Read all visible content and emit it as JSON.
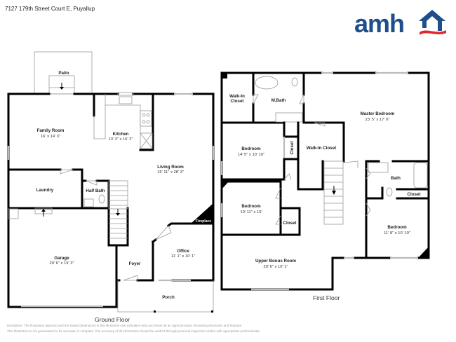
{
  "header": {
    "address": "7127 179th Street Court E, Puyallup",
    "logo": {
      "text": "amh",
      "brand_color": "#1f4e8c",
      "accent_color": "#e3262b"
    }
  },
  "ground_floor": {
    "label": "Ground Floor",
    "rooms": [
      {
        "name": "Patio",
        "dims": ""
      },
      {
        "name": "Family Room",
        "dims": "16' x 14' 3\""
      },
      {
        "name": "Kitchen",
        "dims": "13' 3\" x 16' 2\""
      },
      {
        "name": "Living Room",
        "dims": "15' 11\" x 28' 3\""
      },
      {
        "name": "Laundry",
        "dims": ""
      },
      {
        "name": "Half Bath",
        "dims": ""
      },
      {
        "name": "Fireplace",
        "dims": ""
      },
      {
        "name": "Office",
        "dims": "11' 1\" x 10' 1\""
      },
      {
        "name": "Garage",
        "dims": "20' 6\" x 19' 3\""
      },
      {
        "name": "Foyer",
        "dims": ""
      },
      {
        "name": "Porch",
        "dims": ""
      }
    ]
  },
  "first_floor": {
    "label": "First Floor",
    "rooms": [
      {
        "name": "Walk-In",
        "name2": "Closet",
        "dims": ""
      },
      {
        "name": "M.Bath",
        "dims": ""
      },
      {
        "name": "Master Bedroom",
        "dims": "23' 5\" x 17' 6\""
      },
      {
        "name": "Bedroom",
        "dims": "14' 5\" x 10' 10\""
      },
      {
        "name": "Closet",
        "dims": ""
      },
      {
        "name": "Walk-In Closet",
        "dims": ""
      },
      {
        "name": "Bath",
        "dims": ""
      },
      {
        "name": "Closet",
        "dims": ""
      },
      {
        "name": "Bedroom",
        "dims": "10' 11\" x 10'"
      },
      {
        "name": "Closet",
        "dims": ""
      },
      {
        "name": "Bedroom",
        "dims": "11' 8\" x 10' 10\""
      },
      {
        "name": "Upper Bonus Room",
        "dims": "20' 6\" x 10' 1\""
      }
    ]
  },
  "footer": {
    "disclaimer_line1": "Disclaimer: The floorplans depicted and the stated dimensions in this illustration are indicative only and serve as an approximation of existing structures and features.",
    "disclaimer_line2": "This illustration is not guaranteed to be accurate or complete. The accuracy of all information should be verified through personal inspection and/or with appropriate professionals."
  }
}
